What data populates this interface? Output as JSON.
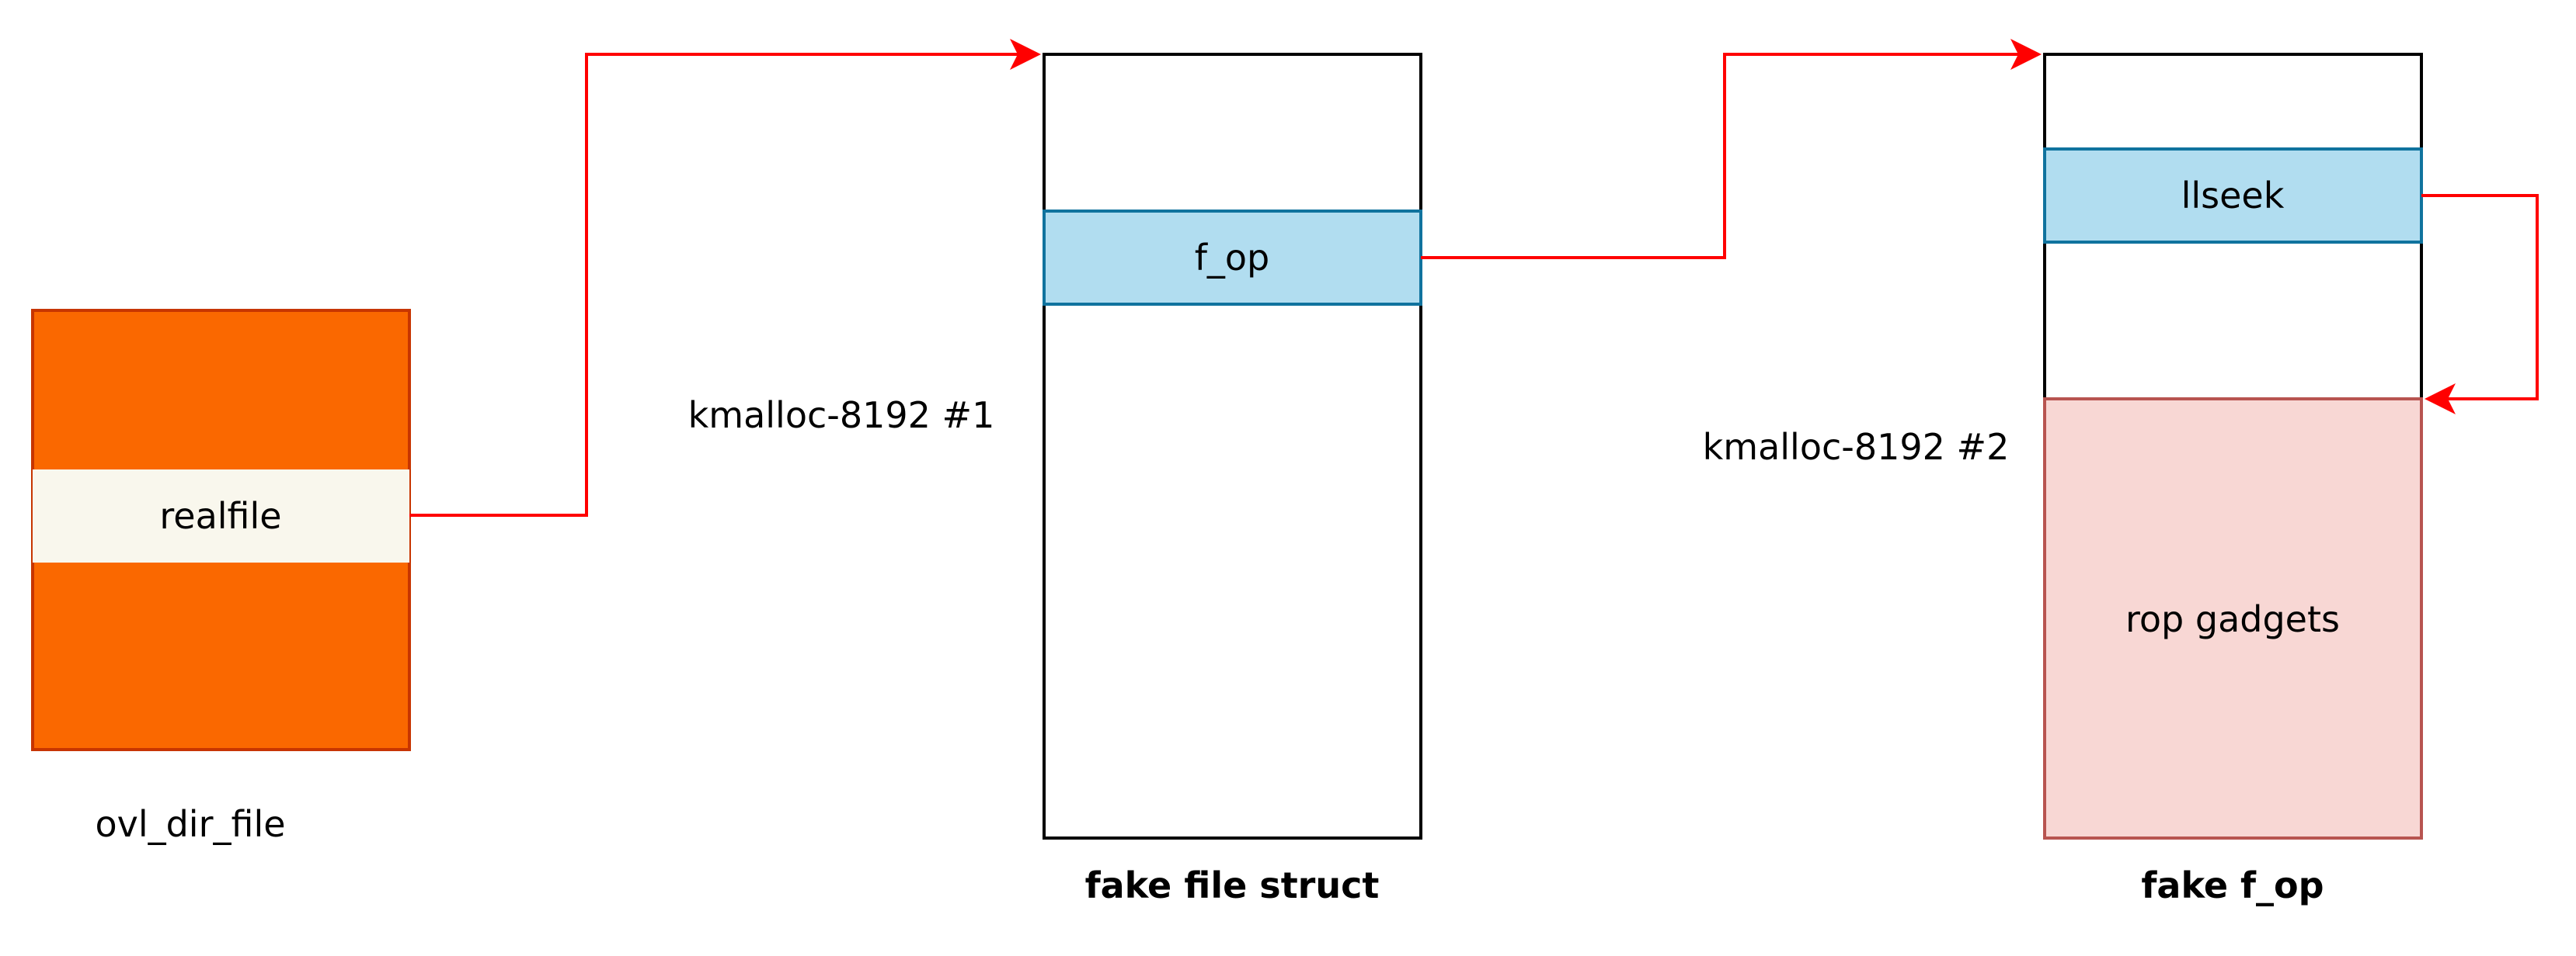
{
  "colors": {
    "ovl_fill": "#fa6800",
    "ovl_stroke": "#c73500",
    "realfile_fill": "#f9f7ed",
    "slot_fill": "#b1ddf0",
    "slot_stroke": "#10739e",
    "rop_fill": "#f8d7d4",
    "rop_stroke": "#b85450",
    "box_stroke": "#000000",
    "arrow": "#ff0000"
  },
  "ovl_dir_file": {
    "label": "ovl_dir_file",
    "field_label": "realfile"
  },
  "fake_file_struct": {
    "label": "fake file struct",
    "slab_label": "kmalloc-8192 #1",
    "field_label": "f_op"
  },
  "fake_f_op": {
    "label": "fake f_op",
    "slab_label": "kmalloc-8192 #2",
    "field_label": "llseek",
    "payload_label": "rop gadgets"
  }
}
